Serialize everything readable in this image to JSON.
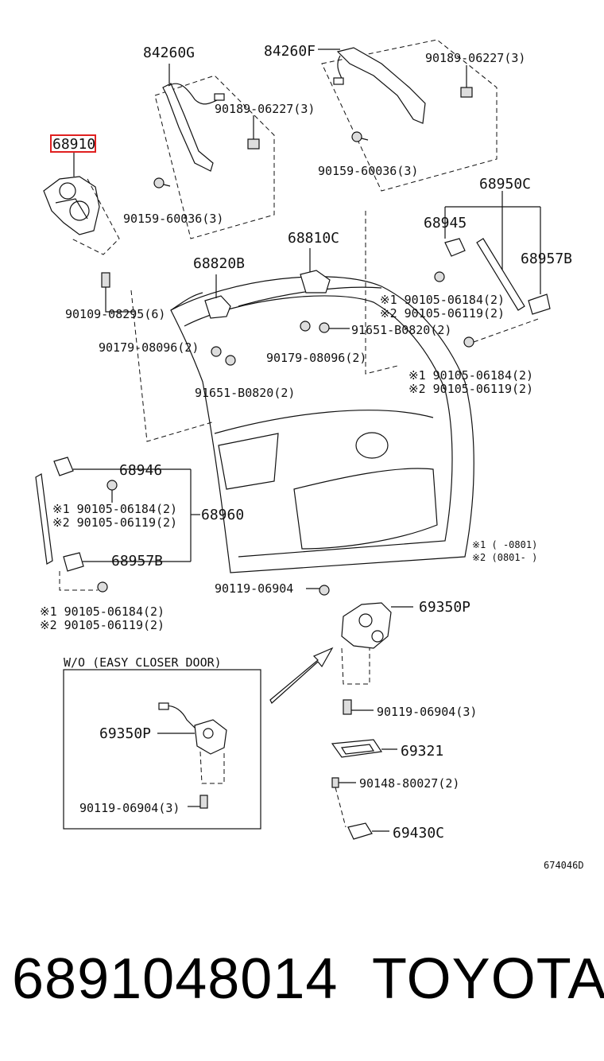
{
  "labels": {
    "l84260G": "84260G",
    "l84260F": "84260F",
    "l90189a": "90189-06227(3)",
    "l90189b": "90189-06227(3)",
    "l68910": "68910",
    "l90159a": "90159-60036(3)",
    "l90159b": "90159-60036(3)",
    "l68950C": "68950C",
    "l68945": "68945",
    "l68957Ba": "68957B",
    "l68810C": "68810C",
    "l68820B": "68820B",
    "l90105a1": "※1 90105-06184(2)",
    "l90105a2": "※2 90105-06119(2)",
    "l90109": "90109-08295(6)",
    "l91651a": "91651-B0820(2)",
    "l90179a": "90179-08096(2)",
    "l90179b": "90179-08096(2)",
    "l91651b": "91651-B0820(2)",
    "l90105b1": "※1 90105-06184(2)",
    "l90105b2": "※2 90105-06119(2)",
    "l68946": "68946",
    "l90105c1": "※1 90105-06184(2)",
    "l90105c2": "※2 90105-06119(2)",
    "l68960": "68960",
    "l68957Bb": "68957B",
    "lnote1": "※1 (     -0801)",
    "lnote2": "※2 (0801-     )",
    "l90119a": "90119-06904",
    "l69350Pa": "69350P",
    "l90105d1": "※1 90105-06184(2)",
    "l90105d2": "※2 90105-06119(2)",
    "lwo": "W/O (EASY CLOSER DOOR)",
    "l69350Pb": "69350P",
    "l90119b": "90119-06904(3)",
    "l90119c": "90119-06904(3)",
    "l69321": "69321",
    "l90148": "90148-80027(2)",
    "l69430C": "69430C",
    "ldiag": "674046D"
  },
  "footer": {
    "part_number": "6891048014",
    "brand": "TOYOTA"
  },
  "highlight_color": "#e02020"
}
